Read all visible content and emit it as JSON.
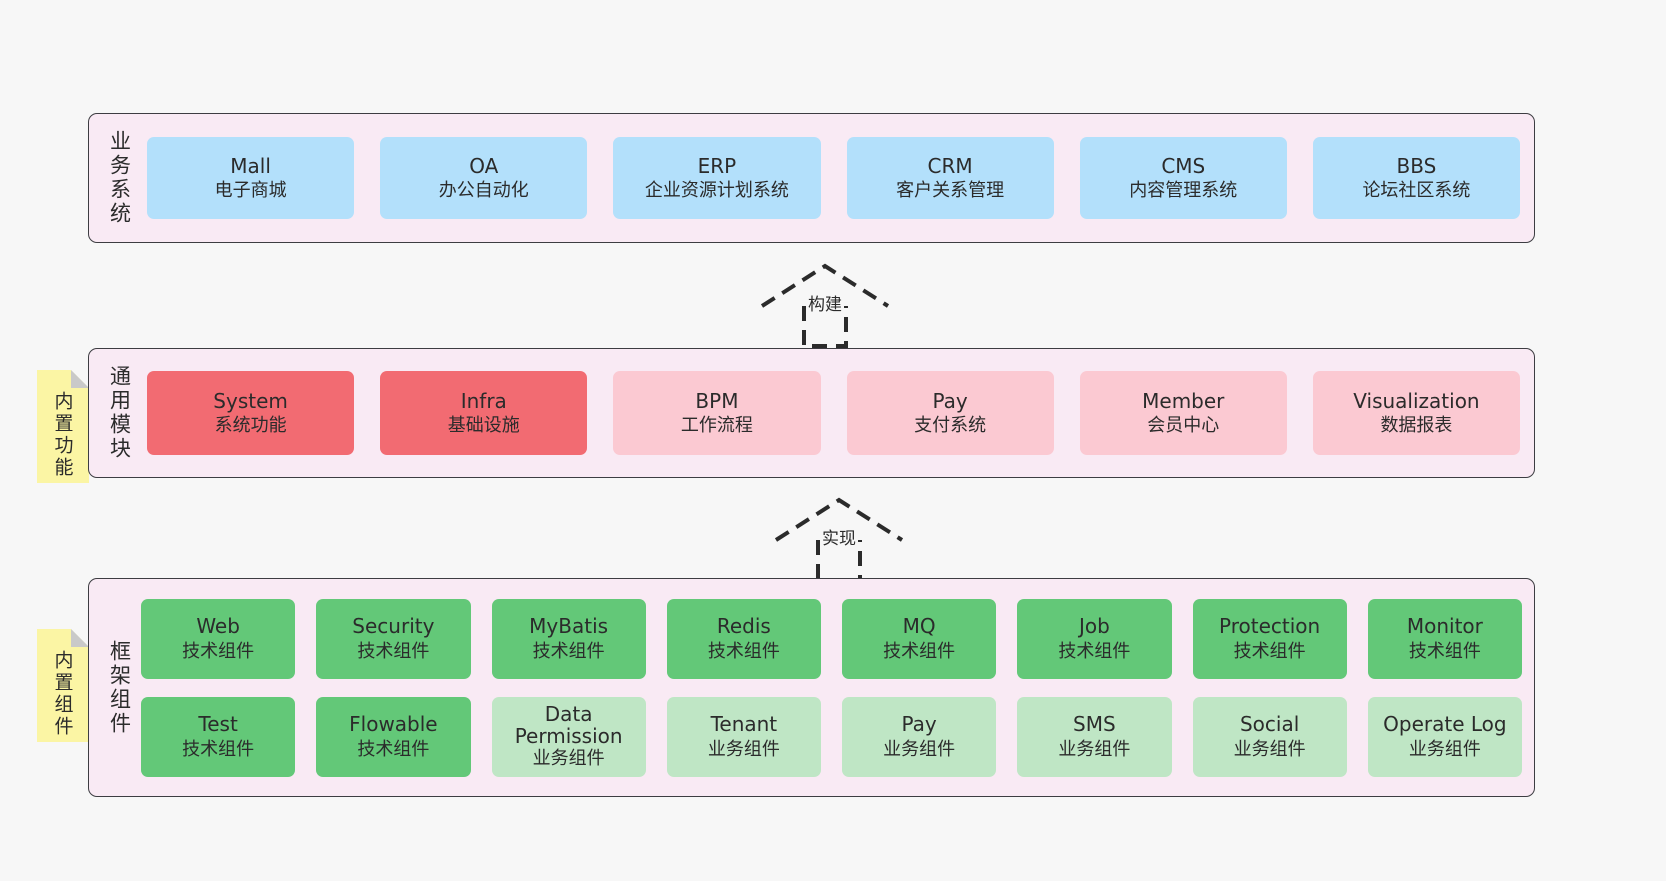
{
  "diagram": {
    "background_color": "#f7f7f7",
    "layer_fill": "#f9eaf4",
    "layer_border": "#3d3d42",
    "note_fill": "#fbf5a4",
    "note_fold": "#c9c9c9"
  },
  "layers": [
    {
      "id": "business-system",
      "title": "业务系统",
      "rows": [
        {
          "boxes": [
            {
              "name": "Mall",
              "sub": "电子商城",
              "color": "#b3e0fb",
              "tone": "blue"
            },
            {
              "name": "OA",
              "sub": "办公自动化",
              "color": "#b3e0fb",
              "tone": "blue"
            },
            {
              "name": "ERP",
              "sub": "企业资源计划系统",
              "color": "#b3e0fb",
              "tone": "blue"
            },
            {
              "name": "CRM",
              "sub": "客户关系管理",
              "color": "#b3e0fb",
              "tone": "blue"
            },
            {
              "name": "CMS",
              "sub": "内容管理系统",
              "color": "#b3e0fb",
              "tone": "blue"
            },
            {
              "name": "BBS",
              "sub": "论坛社区系统",
              "color": "#b3e0fb",
              "tone": "blue"
            }
          ]
        }
      ]
    },
    {
      "id": "common-module",
      "title": "通用模块",
      "note": "内置功能",
      "rows": [
        {
          "boxes": [
            {
              "name": "System",
              "sub": "系统功能",
              "color": "#f26b72",
              "tone": "red"
            },
            {
              "name": "Infra",
              "sub": "基础设施",
              "color": "#f26b72",
              "tone": "red"
            },
            {
              "name": "BPM",
              "sub": "工作流程",
              "color": "#fbc9d2",
              "tone": "pink"
            },
            {
              "name": "Pay",
              "sub": "支付系统",
              "color": "#fbc9d2",
              "tone": "pink"
            },
            {
              "name": "Member",
              "sub": "会员中心",
              "color": "#fbc9d2",
              "tone": "pink"
            },
            {
              "name": "Visualization",
              "sub": "数据报表",
              "color": "#fbc9d2",
              "tone": "pink"
            }
          ]
        }
      ]
    },
    {
      "id": "framework-component",
      "title": "框架组件",
      "note": "内置组件",
      "rows": [
        {
          "boxes": [
            {
              "name": "Web",
              "sub": "技术组件",
              "color": "#63c878",
              "tone": "green"
            },
            {
              "name": "Security",
              "sub": "技术组件",
              "color": "#63c878",
              "tone": "green"
            },
            {
              "name": "MyBatis",
              "sub": "技术组件",
              "color": "#63c878",
              "tone": "green"
            },
            {
              "name": "Redis",
              "sub": "技术组件",
              "color": "#63c878",
              "tone": "green"
            },
            {
              "name": "MQ",
              "sub": "技术组件",
              "color": "#63c878",
              "tone": "green"
            },
            {
              "name": "Job",
              "sub": "技术组件",
              "color": "#63c878",
              "tone": "green"
            },
            {
              "name": "Protection",
              "sub": "技术组件",
              "color": "#63c878",
              "tone": "green"
            },
            {
              "name": "Monitor",
              "sub": "技术组件",
              "color": "#63c878",
              "tone": "green"
            }
          ]
        },
        {
          "boxes": [
            {
              "name": "Test",
              "sub": "技术组件",
              "color": "#63c878",
              "tone": "green"
            },
            {
              "name": "Flowable",
              "sub": "技术组件",
              "color": "#63c878",
              "tone": "green"
            },
            {
              "name": "Data Permission",
              "sub": "业务组件",
              "color": "#bfe6c5",
              "tone": "lightgreen"
            },
            {
              "name": "Tenant",
              "sub": "业务组件",
              "color": "#bfe6c5",
              "tone": "lightgreen"
            },
            {
              "name": "Pay",
              "sub": "业务组件",
              "color": "#bfe6c5",
              "tone": "lightgreen"
            },
            {
              "name": "SMS",
              "sub": "业务组件",
              "color": "#bfe6c5",
              "tone": "lightgreen"
            },
            {
              "name": "Social",
              "sub": "业务组件",
              "color": "#bfe6c5",
              "tone": "lightgreen"
            },
            {
              "name": "Operate Log",
              "sub": "业务组件",
              "color": "#bfe6c5",
              "tone": "lightgreen"
            }
          ]
        }
      ]
    }
  ],
  "connectors": [
    {
      "id": "build",
      "label": "构建",
      "from": "common-module",
      "to": "business-system"
    },
    {
      "id": "implement",
      "label": "实现",
      "from": "framework-component",
      "to": "common-module"
    }
  ]
}
